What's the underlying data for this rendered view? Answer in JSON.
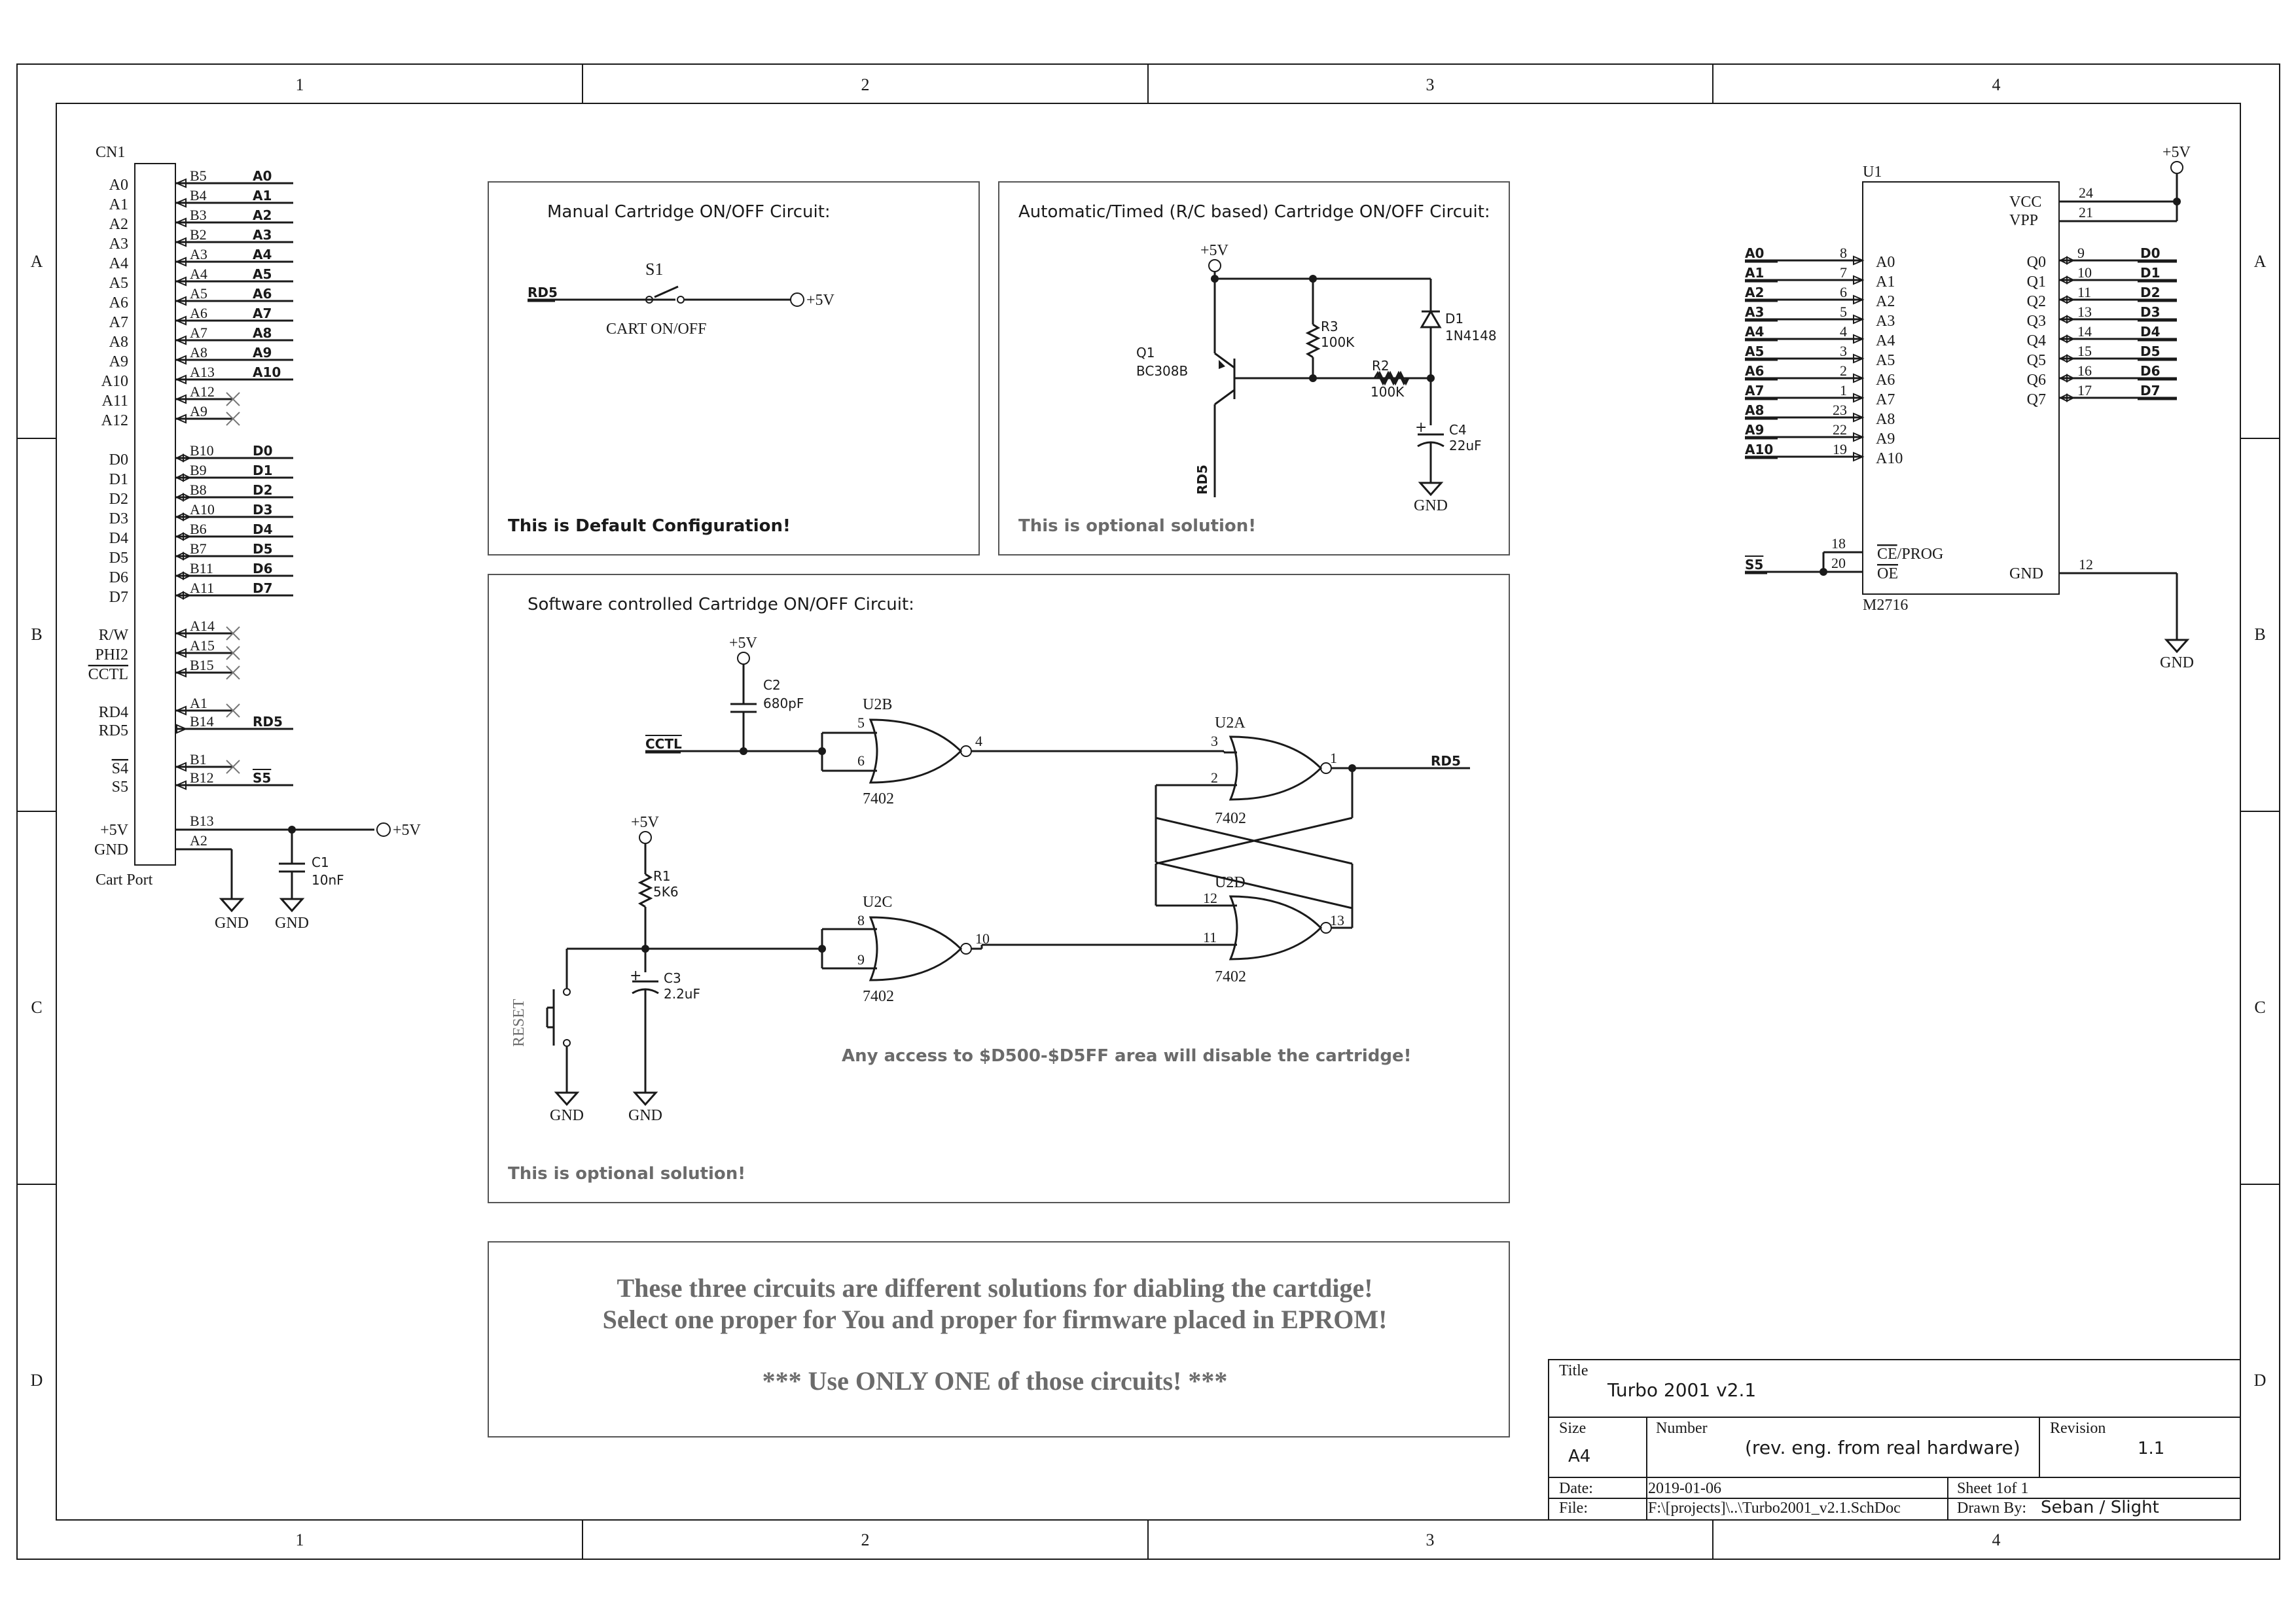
{
  "border": {
    "columns": [
      "1",
      "2",
      "3",
      "4"
    ],
    "rows": [
      "A",
      "B",
      "C",
      "D"
    ]
  },
  "cn1": {
    "ref": "CN1",
    "name": "Cart Port",
    "addr_pins": [
      {
        "label": "A0",
        "pin": "B5",
        "net": "A0"
      },
      {
        "label": "A1",
        "pin": "B4",
        "net": "A1"
      },
      {
        "label": "A2",
        "pin": "B3",
        "net": "A2"
      },
      {
        "label": "A3",
        "pin": "B2",
        "net": "A3"
      },
      {
        "label": "A4",
        "pin": "A3",
        "net": "A4"
      },
      {
        "label": "A5",
        "pin": "A4",
        "net": "A5"
      },
      {
        "label": "A6",
        "pin": "A5",
        "net": "A6"
      },
      {
        "label": "A7",
        "pin": "A6",
        "net": "A7"
      },
      {
        "label": "A8",
        "pin": "A7",
        "net": "A8"
      },
      {
        "label": "A9",
        "pin": "A8",
        "net": "A9"
      },
      {
        "label": "A10",
        "pin": "A13",
        "net": "A10"
      },
      {
        "label": "A11",
        "pin": "A12",
        "net": ""
      },
      {
        "label": "A12",
        "pin": "A9",
        "net": ""
      }
    ],
    "data_pins": [
      {
        "label": "D0",
        "pin": "B10",
        "net": "D0"
      },
      {
        "label": "D1",
        "pin": "B9",
        "net": "D1"
      },
      {
        "label": "D2",
        "pin": "B8",
        "net": "D2"
      },
      {
        "label": "D3",
        "pin": "A10",
        "net": "D3"
      },
      {
        "label": "D4",
        "pin": "B6",
        "net": "D4"
      },
      {
        "label": "D5",
        "pin": "B7",
        "net": "D5"
      },
      {
        "label": "D6",
        "pin": "B11",
        "net": "D6"
      },
      {
        "label": "D7",
        "pin": "A11",
        "net": "D7"
      }
    ],
    "ctrl_pins": [
      {
        "label": "R/W",
        "pin": "A14",
        "net": ""
      },
      {
        "label": "PHI2",
        "pin": "A15",
        "net": ""
      },
      {
        "label": "CCTL",
        "pin": "B15",
        "net": ""
      },
      {
        "label": "RD4",
        "pin": "A1",
        "net": ""
      },
      {
        "label": "RD5",
        "pin": "B14",
        "net": "RD5"
      },
      {
        "label": "S4",
        "pin": "B1",
        "net": ""
      },
      {
        "label": "S5",
        "pin": "B12",
        "net": "S5"
      },
      {
        "label": "+5V",
        "pin": "B13",
        "net": ""
      },
      {
        "label": "GND",
        "pin": "A2",
        "net": ""
      }
    ],
    "c1": {
      "ref": "C1",
      "value": "10nF"
    },
    "power": "+5V",
    "gnd": [
      "GND",
      "GND"
    ]
  },
  "box_manual": {
    "title": "Manual Cartridge ON/OFF Circuit:",
    "net": "RD5",
    "switch_ref": "S1",
    "switch_label": "CART ON/OFF",
    "power": "+5V",
    "note": "This is Default Configuration!"
  },
  "box_auto": {
    "title": "Automatic/Timed (R/C based) Cartridge ON/OFF Circuit:",
    "power": "+5V",
    "q1_ref": "Q1",
    "q1_value": "BC308B",
    "r3_ref": "R3",
    "r3_value": "100K",
    "r2_ref": "R2",
    "r2_value": "100K",
    "d1_ref": "D1",
    "d1_value": "1N4148",
    "c4_ref": "C4",
    "c4_value": "22uF",
    "net": "RD5",
    "gnd": "GND",
    "note": "This is optional solution!"
  },
  "box_soft": {
    "title": "Software controlled Cartridge ON/OFF Circuit:",
    "power1": "+5V",
    "c2_ref": "C2",
    "c2_value": "680pF",
    "net_cctl": "CCTL",
    "u2b_ref": "U2B",
    "u2b_type": "7402",
    "u2b_pins": [
      "5",
      "6",
      "4"
    ],
    "u2a_ref": "U2A",
    "u2a_type": "7402",
    "u2a_pins": [
      "3",
      "2",
      "1"
    ],
    "net_out": "RD5",
    "power2": "+5V",
    "r1_ref": "R1",
    "r1_value": "5K6",
    "u2c_ref": "U2C",
    "u2c_type": "7402",
    "u2c_pins": [
      "8",
      "9",
      "10"
    ],
    "u2d_ref": "U2D",
    "u2d_type": "7402",
    "u2d_pins": [
      "12",
      "11",
      "13"
    ],
    "c3_ref": "C3",
    "c3_value": "2.2uF",
    "reset_label": "RESET",
    "gnd1": "GND",
    "gnd2": "GND",
    "warning": "Any access to $D500-$D5FF area will disable the cartridge!",
    "note": "This is optional solution!"
  },
  "notice": {
    "line1": "These three circuits are different solutions for diabling the cartdige!",
    "line2": "Select one proper for You and proper for firmware placed in EPROM!",
    "line3": "*** Use ONLY ONE of those circuits! ***"
  },
  "u1": {
    "ref": "U1",
    "type": "M2716",
    "power": "+5V",
    "gnd": "GND",
    "addr_pins": [
      {
        "net": "A0",
        "num": "8",
        "name": "A0"
      },
      {
        "net": "A1",
        "num": "7",
        "name": "A1"
      },
      {
        "net": "A2",
        "num": "6",
        "name": "A2"
      },
      {
        "net": "A3",
        "num": "5",
        "name": "A3"
      },
      {
        "net": "A4",
        "num": "4",
        "name": "A4"
      },
      {
        "net": "A5",
        "num": "3",
        "name": "A5"
      },
      {
        "net": "A6",
        "num": "2",
        "name": "A6"
      },
      {
        "net": "A7",
        "num": "1",
        "name": "A7"
      },
      {
        "net": "A8",
        "num": "23",
        "name": "A8"
      },
      {
        "net": "A9",
        "num": "22",
        "name": "A9"
      },
      {
        "net": "A10",
        "num": "19",
        "name": "A10"
      }
    ],
    "data_pins": [
      {
        "name": "Q0",
        "num": "9",
        "net": "D0"
      },
      {
        "name": "Q1",
        "num": "10",
        "net": "D1"
      },
      {
        "name": "Q2",
        "num": "11",
        "net": "D2"
      },
      {
        "name": "Q3",
        "num": "13",
        "net": "D3"
      },
      {
        "name": "Q4",
        "num": "14",
        "net": "D4"
      },
      {
        "name": "Q5",
        "num": "15",
        "net": "D5"
      },
      {
        "name": "Q6",
        "num": "16",
        "net": "D6"
      },
      {
        "name": "Q7",
        "num": "17",
        "net": "D7"
      }
    ],
    "vcc": {
      "name": "VCC",
      "num": "24"
    },
    "vpp": {
      "name": "VPP",
      "num": "21"
    },
    "ce": {
      "name": "CE",
      "suffix": "/PROG",
      "num": "18"
    },
    "oe": {
      "name": "OE",
      "num": "20"
    },
    "gndpin": {
      "name": "GND",
      "num": "12"
    },
    "net_s5": "S5"
  },
  "titleblock": {
    "title_label": "Title",
    "title": "Turbo 2001 v2.1",
    "size_label": "Size",
    "size": "A4",
    "number_label": "Number",
    "number": "(rev. eng. from real hardware)",
    "revision_label": "Revision",
    "revision": "1.1",
    "date_label": "Date:",
    "date": "2019-01-06",
    "sheet_label": "Sheet",
    "sheet_num": "1",
    "of_label": "of",
    "sheet_total": "1",
    "file_label": "File:",
    "file": "F:\\[projects]\\..\\Turbo2001_v2.1.SchDoc",
    "drawn_label": "Drawn By:",
    "drawn": "Seban / Slight"
  }
}
